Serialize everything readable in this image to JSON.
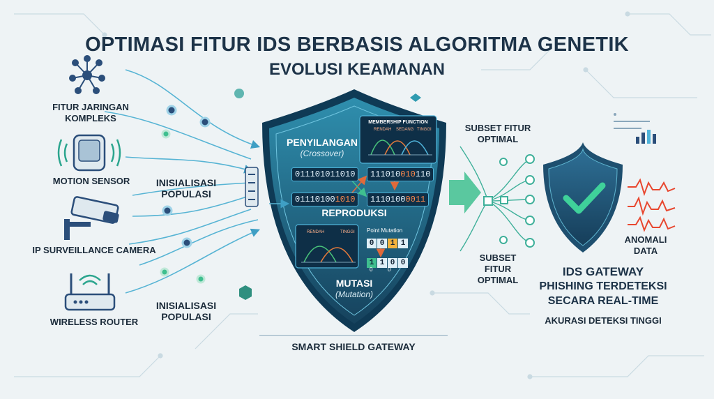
{
  "header": {
    "title": "OPTIMASI FITUR IDS BERBASIS ALGORITMA GENETIK",
    "subtitle": "EVOLUSI KEAMANAN"
  },
  "sources": [
    {
      "label": "FITUR JARINGAN\nKOMPLEKS",
      "icon": "network-icon"
    },
    {
      "label": "MOTION SENSOR",
      "icon": "motion-sensor-icon"
    },
    {
      "label": "IP SURVEILLANCE CAMERA",
      "icon": "camera-icon"
    },
    {
      "label": "WIRELESS ROUTER",
      "icon": "router-icon"
    }
  ],
  "init_labels": [
    "INISIALISASI\nPOPULASI",
    "INISIALISASI\nPOPULASI"
  ],
  "shield": {
    "crossover_title": "PENYILANGAN",
    "crossover_sub": "(Crossover)",
    "reproduction_title": "REPRODUKSI",
    "mutation_title": "MUTASI",
    "mutation_sub": "(Mutation)",
    "caption": "SMART SHIELD GATEWAY",
    "chrom_a": {
      "plain": "01110101",
      "hl": "1010"
    },
    "chrom_b": {
      "plain": "01110100",
      "hl": "1010"
    },
    "chrom_c": {
      "plain": "111010",
      "hl": "010",
      "tail": "110"
    },
    "chrom_d": {
      "plain": "1110100",
      "hl": "0011"
    },
    "membership_panel": {
      "title": "MEMBERSHIP FUNCTION",
      "low": "RENDAH",
      "mid": "SEDANG",
      "high": "TINGGI"
    },
    "mutation_panel": {
      "title": "Point Mutation",
      "low": "RENDAH",
      "high": "TINGGI",
      "bits_before": [
        "0",
        "0",
        "1",
        "1"
      ],
      "bits_after": [
        "1",
        "1",
        "0",
        "0"
      ],
      "idx_a": "0",
      "idx_b": "0"
    }
  },
  "outputs": {
    "subset_top": "SUBSET FITUR\nOPTIMAL",
    "subset_bottom": "SUBSET\nFITUR\nOPTIMAL",
    "anomaly": "ANOMALI\nDATA",
    "gateway_line1": "IDS GATEWAY",
    "gateway_line2": "PHISHING TERDETEKSI",
    "gateway_line3": "SECARA REAL-TIME",
    "accuracy": "AKURASI DETEKSI TINGGI"
  },
  "colors": {
    "shield_dark": "#1c4f6b",
    "shield_light": "#2f8fae",
    "accent_green": "#3fbf8f",
    "alert_red": "#e8472f",
    "node_blue": "#2b4e7a"
  }
}
